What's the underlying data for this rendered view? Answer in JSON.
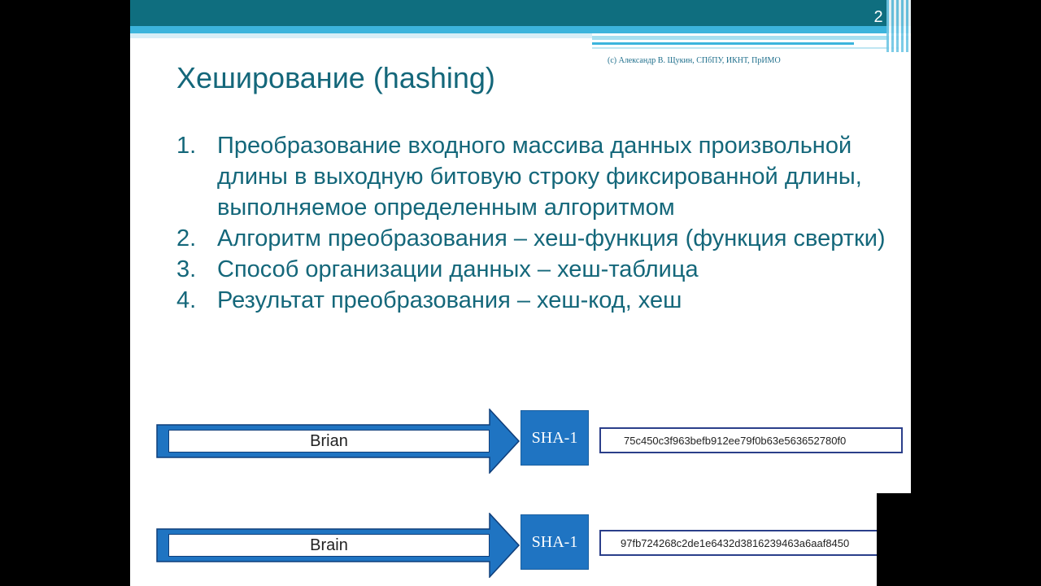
{
  "slide": {
    "number": "2",
    "copyright": "(c) Александр В. Щукин, СПбПУ, ИКНТ, ПрИМО",
    "title": "Хеширование (hashing)",
    "items": [
      {
        "num": "1.",
        "text": "Преобразование входного массива данных произвольной длины в выходную битовую строку фиксированной длины, выполняемое определенным алгоритмом"
      },
      {
        "num": "2.",
        "text": "Алгоритм преобразования – хеш-функция (функция свертки)"
      },
      {
        "num": "3.",
        "text": "Способ организации данных – хеш-таблица"
      },
      {
        "num": "4.",
        "text": "Результат преобразования – хеш-код, хеш"
      }
    ],
    "examples": [
      {
        "input": "Brian",
        "function": "SHA-1",
        "hash": "75c450c3f963befb912ee79f0b63e563652780f0"
      },
      {
        "input": "Brain",
        "function": "SHA-1",
        "hash": "97fb724268c2de1e6432d3816239463a6aaf8450"
      }
    ]
  },
  "colors": {
    "accent": "#14677a",
    "band_dark": "#0f6e7f",
    "band_light": "#3cb4dc",
    "sha_box": "#1f74c2"
  }
}
